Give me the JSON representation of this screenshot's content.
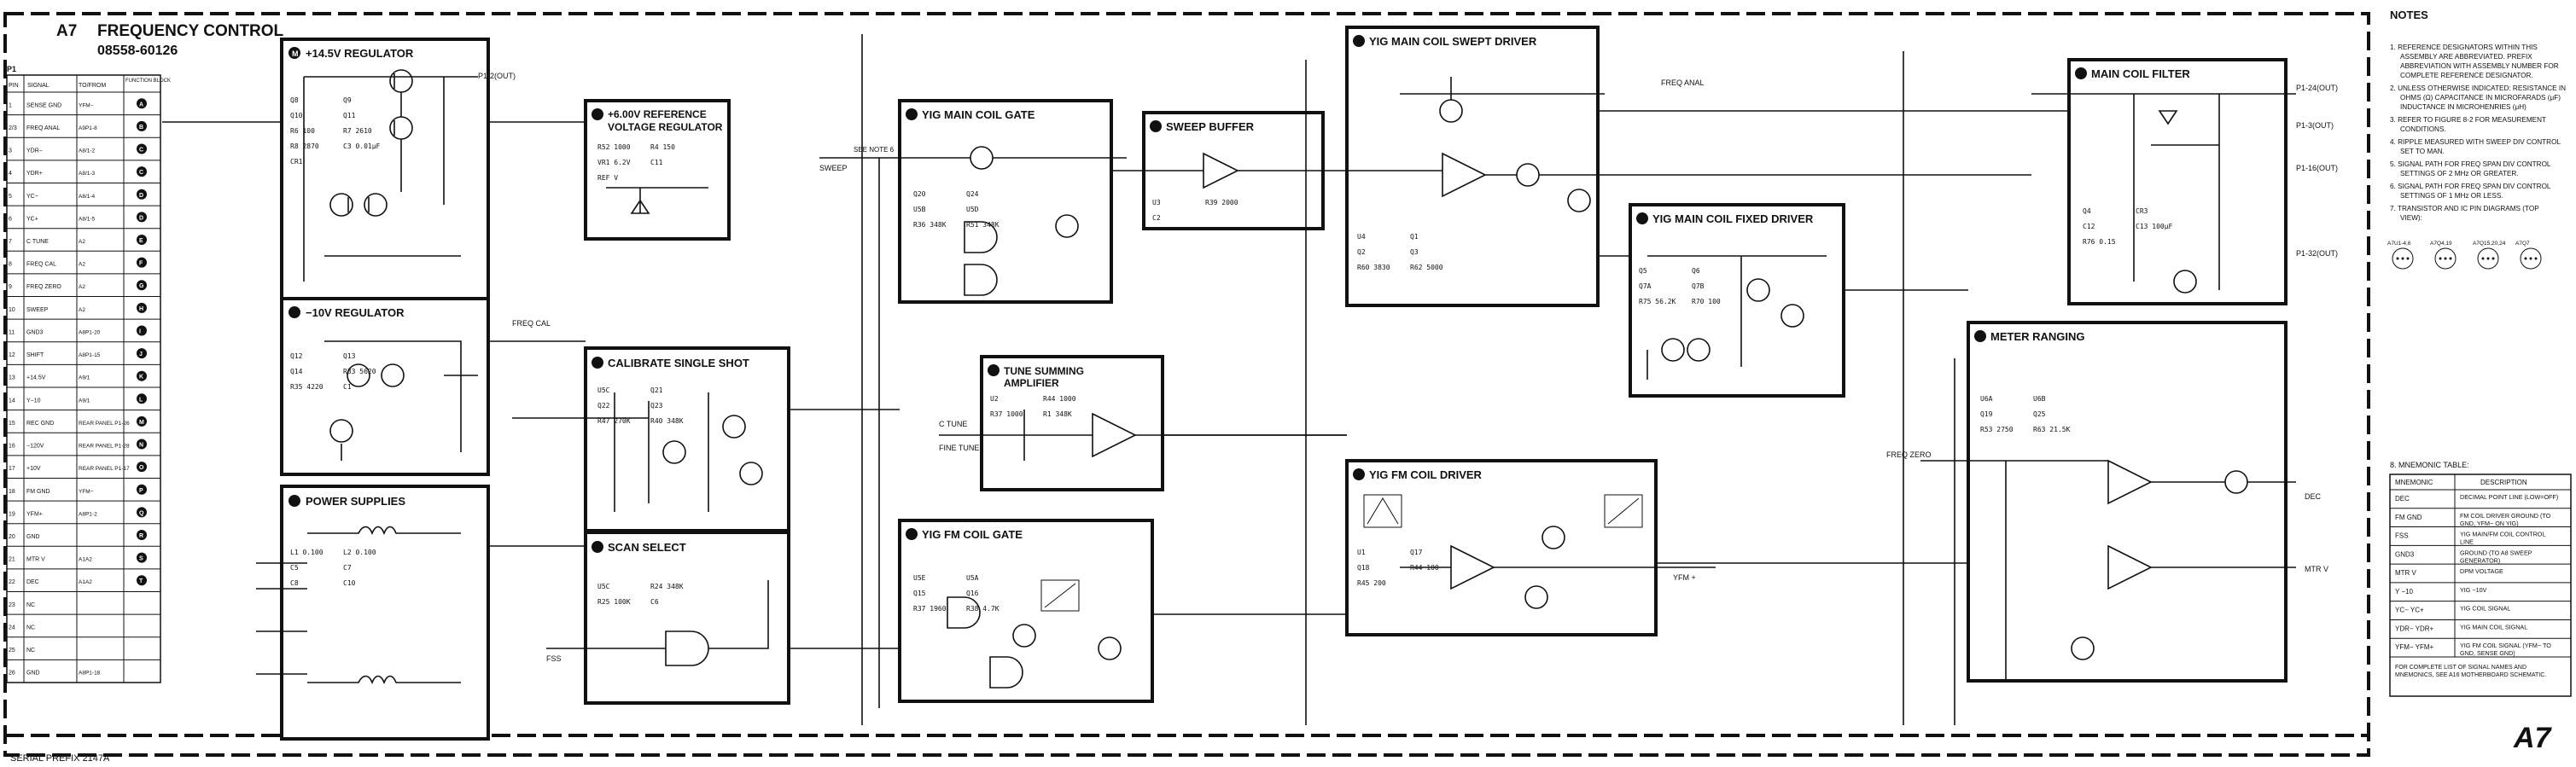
{
  "header": {
    "assembly": "A7",
    "title": "FREQUENCY CONTROL",
    "part_number": "08558-60126",
    "serial_prefix": "SERIAL PREFIX 2147A",
    "page_tag": "A7"
  },
  "pin_table": {
    "connector": "P1",
    "headers": [
      "PIN",
      "SIGNAL",
      "TO/FROM",
      "FUNCTION BLOCK"
    ],
    "rows": [
      [
        "1",
        "SENSE GND",
        "YFM−",
        "A"
      ],
      [
        "2/3",
        "FREQ ANAL",
        "A9P1-8",
        "B"
      ],
      [
        "3",
        "YDR−",
        "A8/1-2",
        "C"
      ],
      [
        "4",
        "YDR+",
        "A8/1-3",
        "C"
      ],
      [
        "5",
        "YC−",
        "A8/1-4",
        "D"
      ],
      [
        "6",
        "YC+",
        "A8/1-5",
        "D"
      ],
      [
        "7",
        "C TUNE",
        "A2",
        "E"
      ],
      [
        "8",
        "FREQ CAL",
        "A2",
        "F"
      ],
      [
        "9",
        "FREQ ZERO",
        "A2",
        "G"
      ],
      [
        "10",
        "SWEEP",
        "A2",
        "H"
      ],
      [
        "11",
        "GND3",
        "A8P1-20",
        "I"
      ],
      [
        "12",
        "SHIFT",
        "A8P1-15",
        "J"
      ],
      [
        "13",
        "+14.5V",
        "A9/1",
        "K"
      ],
      [
        "14",
        "Y−10",
        "A9/1",
        "L"
      ],
      [
        "15",
        "REC GND",
        "REAR PANEL P1-26",
        "M"
      ],
      [
        "16",
        "−120V",
        "REAR PANEL P1-28",
        "N"
      ],
      [
        "17",
        "+10V",
        "REAR PANEL P1-17",
        "O"
      ],
      [
        "18",
        "FM GND",
        "YFM−",
        "P"
      ],
      [
        "19",
        "YFM+",
        "A8P1-2",
        "Q"
      ],
      [
        "20",
        "GND",
        "",
        "R"
      ],
      [
        "21",
        "MTR V",
        "A1A2",
        "S"
      ],
      [
        "22",
        "DEC",
        "A1A2",
        "T"
      ],
      [
        "23",
        "NC",
        "",
        ""
      ],
      [
        "24",
        "NC",
        "",
        ""
      ],
      [
        "25",
        "NC",
        "",
        ""
      ],
      [
        "26",
        "GND",
        "A8P1-18",
        ""
      ]
    ]
  },
  "blocks": {
    "reg_14v": "+14.5V REGULATOR",
    "reg_6v": "+6.00V REFERENCE VOLTAGE REGULATOR",
    "reg_m10": "−10V REGULATOR",
    "cal_single": "CALIBRATE SINGLE SHOT",
    "power": "POWER SUPPLIES",
    "scan": "SCAN SELECT",
    "yig_gate": "YIG MAIN COIL GATE",
    "sweep_buf": "SWEEP BUFFER",
    "tune_sum": "TUNE SUMMING AMPLIFIER",
    "fm_gate": "YIG FM COIL GATE",
    "swept": "YIG MAIN COIL SWEPT DRIVER",
    "fixed": "YIG MAIN COIL FIXED DRIVER",
    "fm_driver": "YIG FM COIL DRIVER",
    "filter": "MAIN COIL FILTER",
    "meter": "METER RANGING"
  },
  "components": {
    "reg_14v": [
      "Q8",
      "Q9",
      "Q10",
      "Q11",
      "R6 100",
      "R7 2610",
      "R8 2870",
      "C3 0.01μF",
      "CR1"
    ],
    "reg_6v": [
      "R52 1000",
      "R4 150",
      "VR1 6.2V",
      "C11",
      "REF V"
    ],
    "reg_m10": [
      "Q12",
      "Q13",
      "Q14",
      "R33 5620",
      "R35 4220",
      "C1"
    ],
    "cal_single": [
      "U5C",
      "Q21",
      "Q22",
      "Q23",
      "R47 270K",
      "R40 348K"
    ],
    "power": [
      "L1 0.100",
      "L2 0.100",
      "C5",
      "C7",
      "C8",
      "C10"
    ],
    "scan": [
      "U5C",
      "R24 348K",
      "R25 100K",
      "C6"
    ],
    "yig_gate": [
      "Q20",
      "Q24",
      "U5B",
      "U5D",
      "R36 348K",
      "R51 348K"
    ],
    "sweep_buf": [
      "U3",
      "R39 2000",
      "C2"
    ],
    "tune_sum": [
      "U2",
      "R44 1000",
      "R37 1000",
      "R1 348K"
    ],
    "fm_gate": [
      "U5E",
      "U5A",
      "Q15",
      "Q16",
      "R37 1960",
      "R38 4.7K"
    ],
    "swept": [
      "U4",
      "Q1",
      "Q2",
      "Q3",
      "R60 3830",
      "R62 5000"
    ],
    "fixed": [
      "Q5",
      "Q6",
      "Q7A",
      "Q7B",
      "R75 56.2K",
      "R70 100"
    ],
    "fm_driver": [
      "U1",
      "Q17",
      "Q18",
      "R44 100",
      "R45 200"
    ],
    "filter": [
      "Q4",
      "CR3",
      "C12",
      "C13 100μF",
      "R76 0.15"
    ],
    "meter": [
      "U6A",
      "U6B",
      "Q19",
      "Q25",
      "R53 2750",
      "R63 21.5K"
    ]
  },
  "signals": {
    "freq_anal": "FREQ ANAL",
    "freq_cal": "FREQ CAL",
    "freq_zero": "FREQ ZERO",
    "fine_tune": "FINE TUNE",
    "c_tune": "C TUNE",
    "fss": "FSS",
    "yfm_plus": "YFM +",
    "dec": "DEC",
    "mtr_v": "MTR V",
    "sweep": "SWEEP",
    "see_note6": "SEE NOTE 6",
    "p1_out": [
      "P1-2(OUT)",
      "P1-24(OUT)",
      "P1-3(OUT)",
      "P1-16(OUT)",
      "P1-32(OUT)"
    ]
  },
  "notes": {
    "heading": "NOTES",
    "items": [
      "1. REFERENCE DESIGNATORS WITHIN THIS ASSEMBLY ARE ABBREVIATED. PREFIX ABBREVIATION WITH ASSEMBLY NUMBER FOR COMPLETE REFERENCE DESIGNATOR.",
      "2. UNLESS OTHERWISE INDICATED: RESISTANCE IN OHMS (Ω) CAPACITANCE IN MICROFARADS (μF) INDUCTANCE IN MICROHENRIES (μH)",
      "3. REFER TO FIGURE 8-2 FOR MEASUREMENT CONDITIONS.",
      "4. RIPPLE MEASURED WITH SWEEP DIV CONTROL SET TO MAN.",
      "5. SIGNAL PATH FOR FREQ SPAN DIV CONTROL SETTINGS OF 2 MHz OR GREATER.",
      "6. SIGNAL PATH FOR FREQ SPAN DIV CONTROL SETTINGS OF 1 MHz OR LESS.",
      "7. TRANSISTOR AND IC PIN DIAGRAMS (TOP VIEW):"
    ],
    "pin_diagrams": [
      "A7U1-4,6",
      "A7Q4,19",
      "A7Q15,20,24",
      "A7Q7"
    ],
    "mnemonic_heading": "8. MNEMONIC TABLE:",
    "mnemonic_headers": [
      "MNEMONIC",
      "DESCRIPTION"
    ],
    "mnemonics": [
      [
        "DEC",
        "DECIMAL POINT LINE (LOW=OFF)"
      ],
      [
        "FM GND",
        "FM COIL DRIVER GROUND (TO GND, YFM− ON YIG)"
      ],
      [
        "FSS",
        "YIG MAIN/FM COIL CONTROL LINE"
      ],
      [
        "GND3",
        "GROUND (TO A8 SWEEP GENERATOR)"
      ],
      [
        "MTR V",
        "DPM VOLTAGE"
      ],
      [
        "Y −10",
        "YIG −10V"
      ],
      [
        "YC− YC+",
        "YIG COIL SIGNAL"
      ],
      [
        "YDR− YDR+",
        "YIG MAIN COIL SIGNAL"
      ],
      [
        "YFM− YFM+",
        "YIG FM COIL SIGNAL (YFM− TO GND, SENSE GND)"
      ]
    ],
    "footer": "FOR COMPLETE LIST OF SIGNAL NAMES AND MNEMONICS, SEE A16 MOTHERBOARD SCHEMATIC."
  },
  "colors": {
    "ink": "#111111",
    "paper": "#ffffff"
  }
}
